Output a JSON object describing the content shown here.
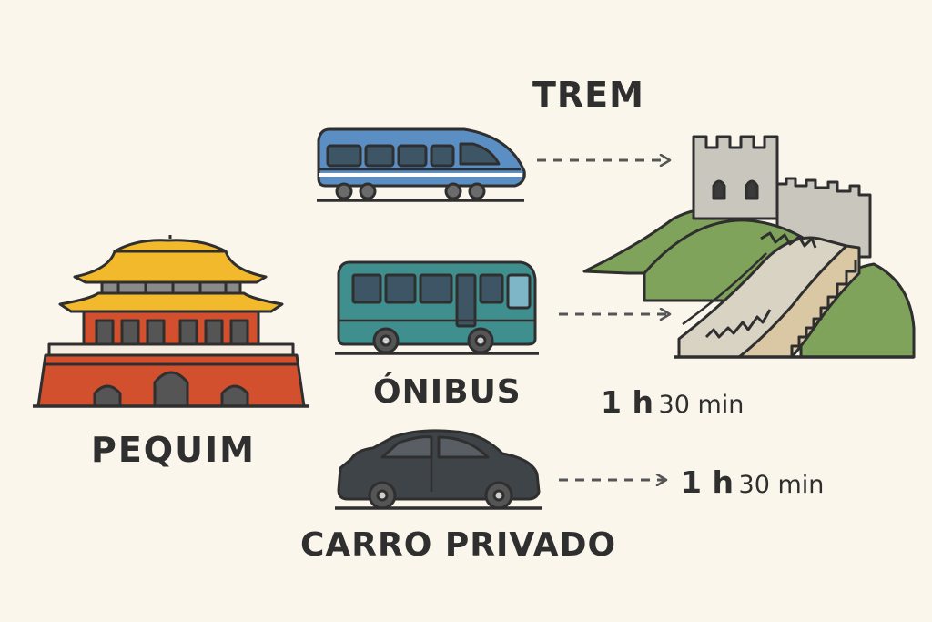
{
  "origin": {
    "label": "PEQUIM",
    "icon": "forbidden-city-gate-icon"
  },
  "destination": {
    "icon": "great-wall-icon"
  },
  "modes": [
    {
      "label": "TREM",
      "icon": "train-icon"
    },
    {
      "label": "ÓNIBUS",
      "icon": "bus-icon",
      "time_hours": "1 h",
      "time_minutes": "30 min"
    },
    {
      "label": "CARRO PRIVADO",
      "icon": "car-icon",
      "time_hours": "1 h",
      "time_minutes": "30 min"
    }
  ],
  "colors": {
    "background": "#fbf6ec",
    "outline": "#2f2f2f",
    "roof": "#f2b92d",
    "wall_red": "#d3502f",
    "train": "#5b8fc4",
    "bus": "#3f8f8f",
    "car": "#3f4448",
    "grass": "#7fa35a",
    "stone": "#c9c6bd"
  }
}
